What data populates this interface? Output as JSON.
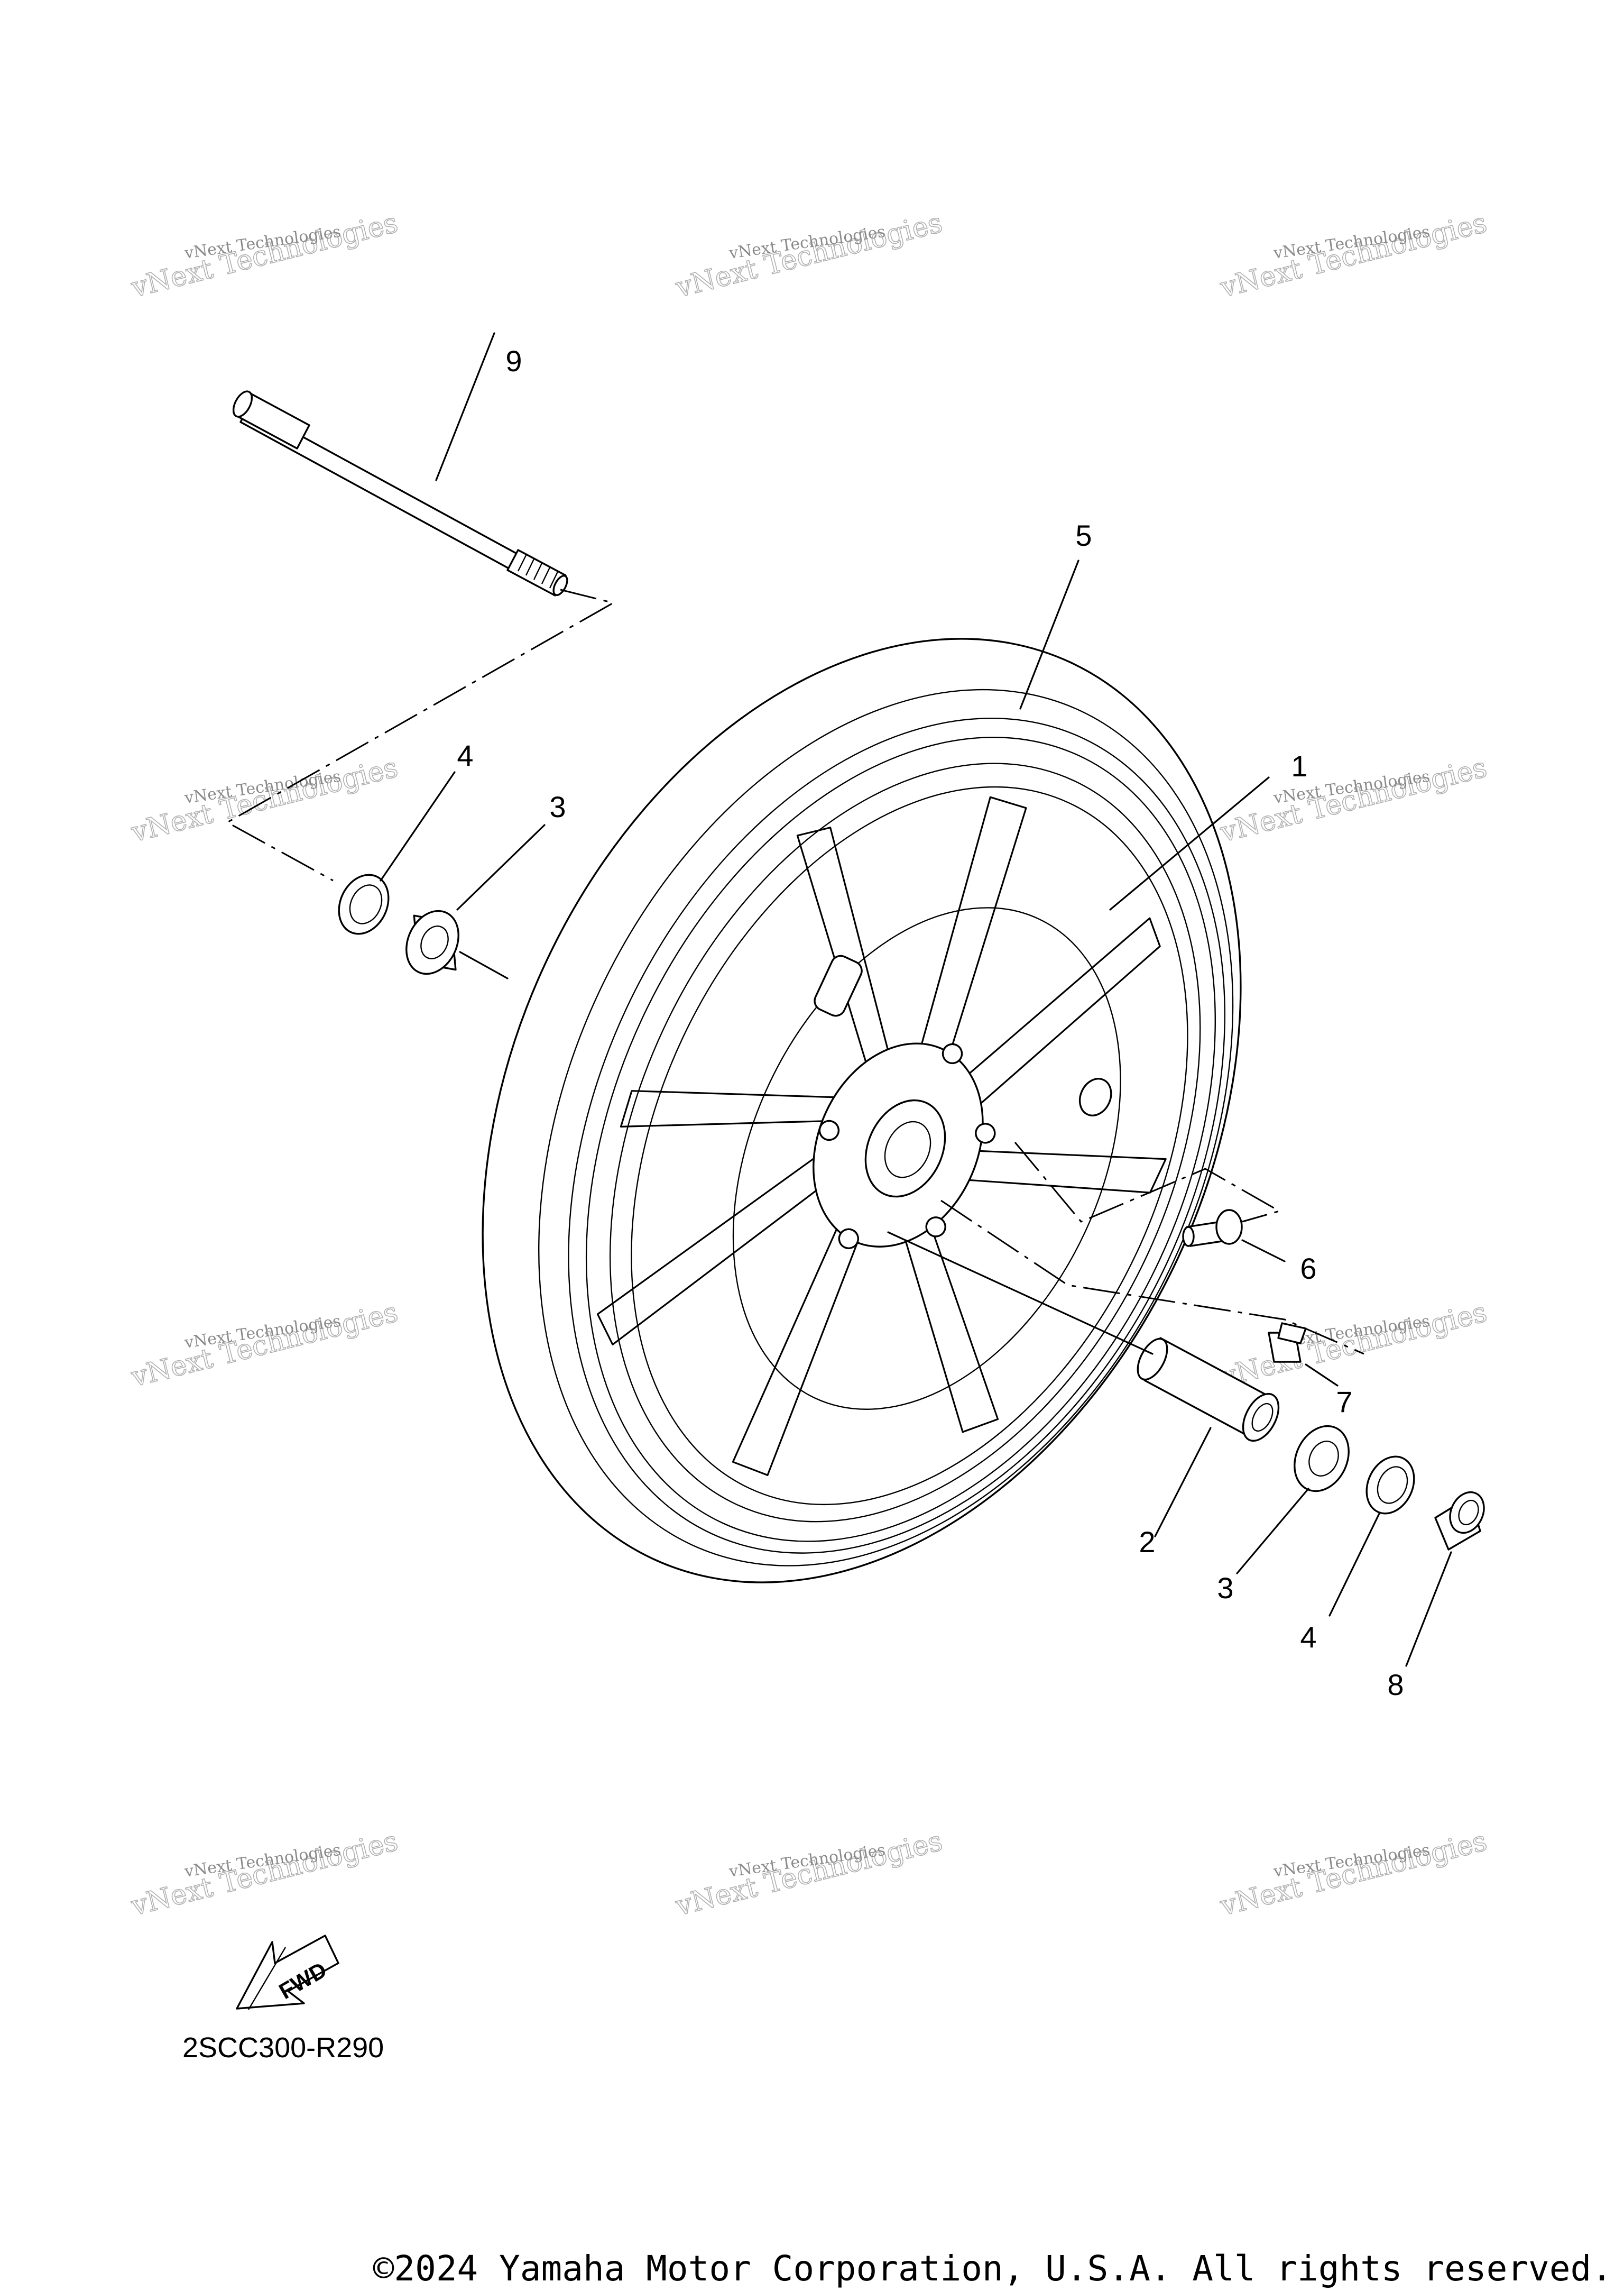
{
  "diagram": {
    "part_numbers": [
      "1",
      "2",
      "3",
      "3",
      "4",
      "4",
      "5",
      "6",
      "7",
      "8",
      "9"
    ],
    "watermark_small": "vNext Technologies",
    "watermark_big": "vNext Technologies",
    "fwd_label": "FWD",
    "diagram_code": "2SCC300-R290",
    "copyright": "©2024 Yamaha Motor Corporation, U.S.A. All rights reserved."
  }
}
